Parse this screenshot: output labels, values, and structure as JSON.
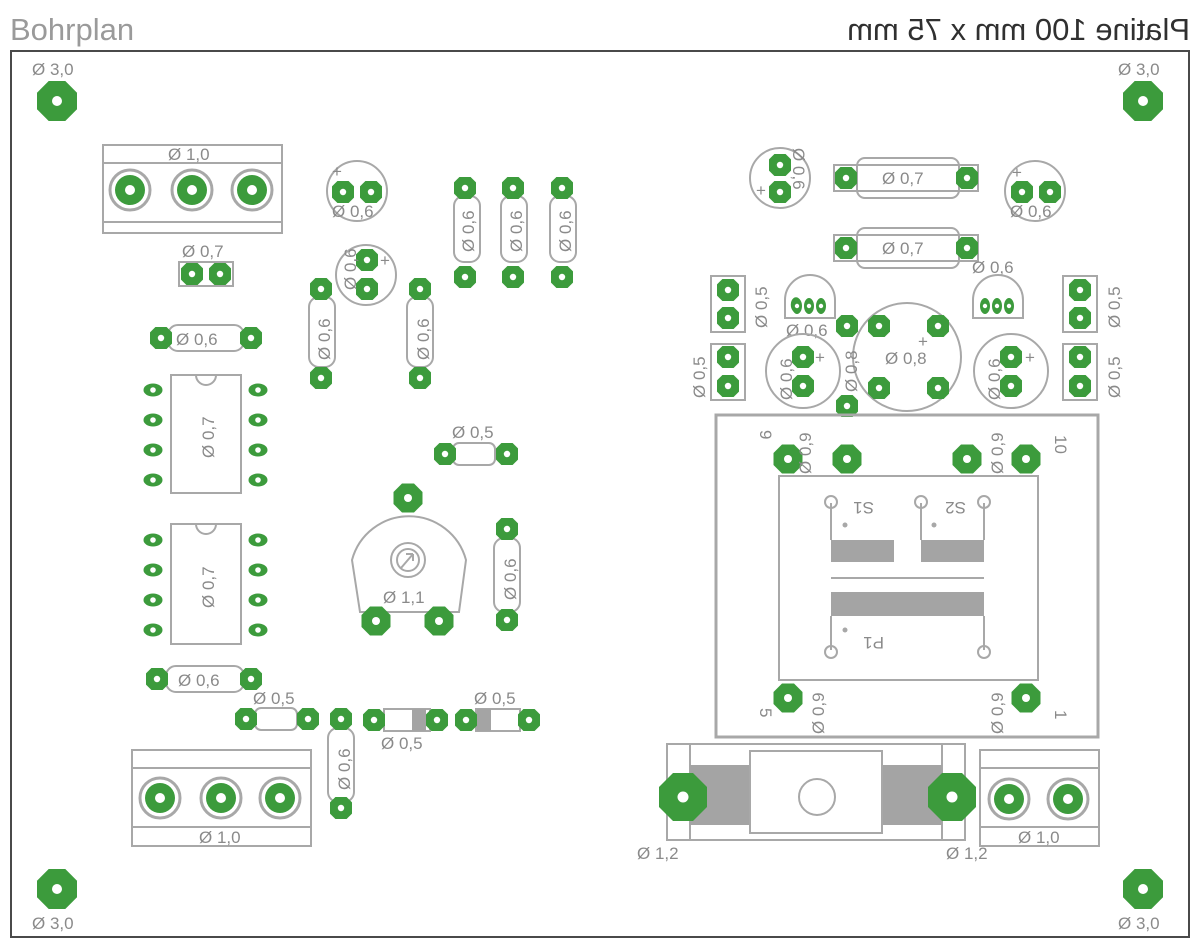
{
  "header": {
    "title": "Bohrplan",
    "subtitle_mirrored": "Platine 100 mm  x  75 mm"
  },
  "colors": {
    "pad": "#3c9b3c",
    "outline": "#a8a8a8",
    "text": "#8a8a8a",
    "board_border": "#4a4a4a",
    "copper_shade": "#a4a4a4"
  },
  "mounting_holes": {
    "top_left": "Ø 3,0",
    "top_right": "Ø 3,0",
    "bottom_left": "Ø 3,0",
    "bottom_right": "Ø 3,0"
  },
  "labels": {
    "terminal_top_left": "Ø 1,0",
    "jumper_07": "Ø 0,7",
    "cap_top": "Ø 0,6",
    "cap_mid": "Ø 0,6",
    "res_v1": "Ø 0,6",
    "res_v2": "Ø 0,6",
    "res_v3": "Ø 0,6",
    "res_v4": "Ø 0,6",
    "res_v5": "Ø 0,6",
    "res_h1": "Ø 0,6",
    "ic1": "Ø 0,7",
    "ic2": "Ø 0,7",
    "res_h_small": "Ø 0,5",
    "poti": "Ø 1,1",
    "res_v6": "Ø 0,6",
    "res_h2": "Ø 0,6",
    "res_h3": "Ø 0,5",
    "res_v7": "Ø 0,6",
    "diode1": "Ø 0,5",
    "diode2": "Ø 0,5",
    "terminal_bottom_left": "Ø 1,0",
    "cap_right1": "Ø 0,6",
    "res_r1": "Ø 0,7",
    "cap_right2": "Ø 0,6",
    "res_r2": "Ø 0,7",
    "tr_label": "Ø 0,6",
    "tr1": "Ø 0,6",
    "pin_l1": "Ø 0,5",
    "pin_l2": "Ø 0,5",
    "pin_r1": "Ø 0,5",
    "pin_r2": "Ø 0,5",
    "ecap_l": "Ø 0,6",
    "ecap_big": "Ø 0,8",
    "ecap_big_side": "Ø 0,8",
    "ecap_r": "Ø 0,6",
    "xfmr_tl": "Ø 0,9",
    "xfmr_tr": "Ø 0,9",
    "xfmr_bl": "Ø 0,9",
    "xfmr_br": "Ø 0,9",
    "xfmr_pin9": "9",
    "xfmr_pin10": "10",
    "xfmr_pin5": "5",
    "xfmr_pin1": "1",
    "xfmr_s1": "S1",
    "xfmr_s2": "S2",
    "xfmr_p1": "P1",
    "fuse_left": "Ø 1,2",
    "fuse_right": "Ø 1,2",
    "terminal_bottom_right": "Ø 1,0"
  }
}
